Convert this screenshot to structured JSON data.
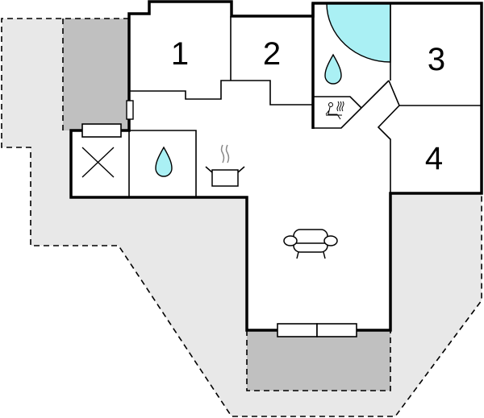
{
  "rooms": {
    "room_1": "1",
    "room_2": "2",
    "room_3": "3",
    "room_4": "4"
  },
  "icons": [
    "water-drop-icon",
    "shower-icon",
    "sauna-icon",
    "toilet-x-icon",
    "cooking-pot-icon",
    "armchair-icon",
    "window-icon",
    "door-icon"
  ],
  "colors": {
    "terrace": "#e8e8e8",
    "covered_terrace": "#c0c0c0",
    "water": "#aaf0f4",
    "wall": "#000000"
  }
}
